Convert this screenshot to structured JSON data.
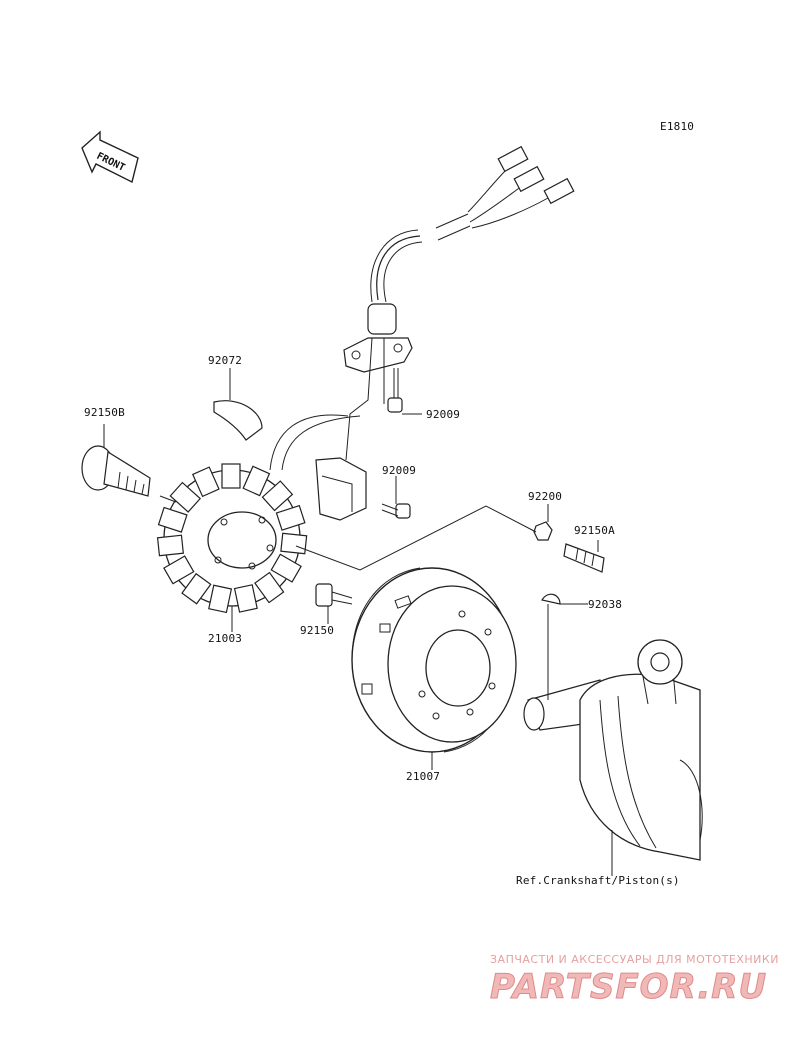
{
  "diagram": {
    "code": "E1810",
    "front_label": "FRONT",
    "ref_note": "Ref.Crankshaft/Piston(s)",
    "parts": [
      {
        "id": "92150B"
      },
      {
        "id": "92072"
      },
      {
        "id": "92009"
      },
      {
        "id": "92009"
      },
      {
        "id": "92200"
      },
      {
        "id": "92150A"
      },
      {
        "id": "92038"
      },
      {
        "id": "92150"
      },
      {
        "id": "21003"
      },
      {
        "id": "21007"
      }
    ]
  },
  "watermark": {
    "tagline": "ЗАПЧАСТИ И АКСЕССУАРЫ ДЛЯ МОТОТЕХНИКИ",
    "brand": "PARTSFOR.RU"
  }
}
